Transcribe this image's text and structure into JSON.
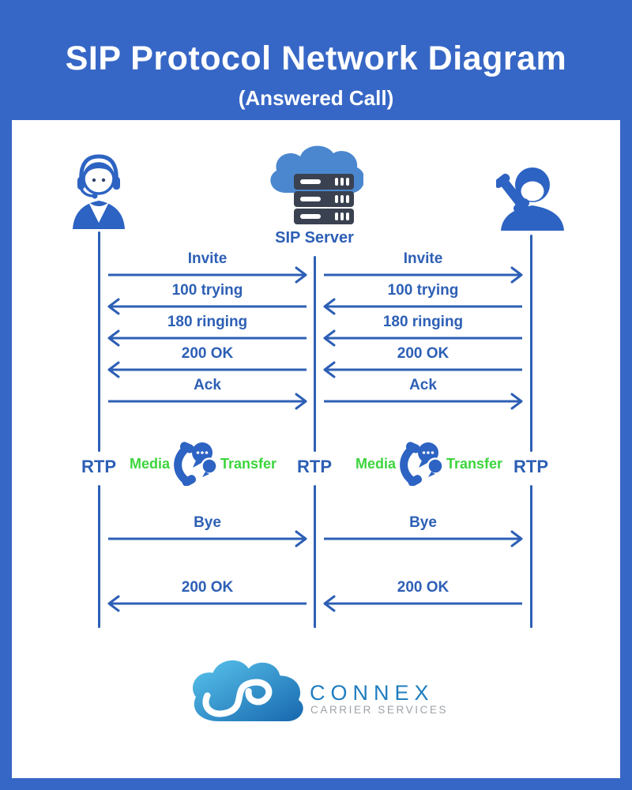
{
  "header": {
    "title": "SIP Protocol Network Diagram",
    "subtitle": "(Answered Call)"
  },
  "actors": {
    "caller": {
      "icon": "call-agent-icon"
    },
    "server": {
      "icon": "cloud-server-icon",
      "label": "SIP Server"
    },
    "callee": {
      "icon": "phone-user-icon"
    }
  },
  "sequence": {
    "setup": [
      {
        "label": "Invite",
        "direction": "right"
      },
      {
        "label": "100 trying",
        "direction": "left"
      },
      {
        "label": "180 ringing",
        "direction": "left"
      },
      {
        "label": "200 OK",
        "direction": "left"
      },
      {
        "label": "Ack",
        "direction": "right"
      }
    ],
    "media": {
      "rtp_label": "RTP",
      "media_label": "Media",
      "transfer_label": "Transfer",
      "icon": "phone-chat-icon"
    },
    "teardown": [
      {
        "label": "Bye",
        "direction": "right"
      },
      {
        "label": "200 OK",
        "direction": "left"
      }
    ]
  },
  "logo": {
    "brand": "CONNEX",
    "tagline": "CARRIER SERVICES",
    "icon": "connex-cloud-logo"
  },
  "colors": {
    "background_blue": "#3767C6",
    "diagram_blue": "#2D5FB5",
    "icon_blue": "#2D63C2",
    "server_cloud_blue": "#4A87CF",
    "server_dark": "#3A4150",
    "media_green": "#3CD53C",
    "connex_blue": "#1F7DBF",
    "tagline_gray": "#9EA3A8"
  }
}
